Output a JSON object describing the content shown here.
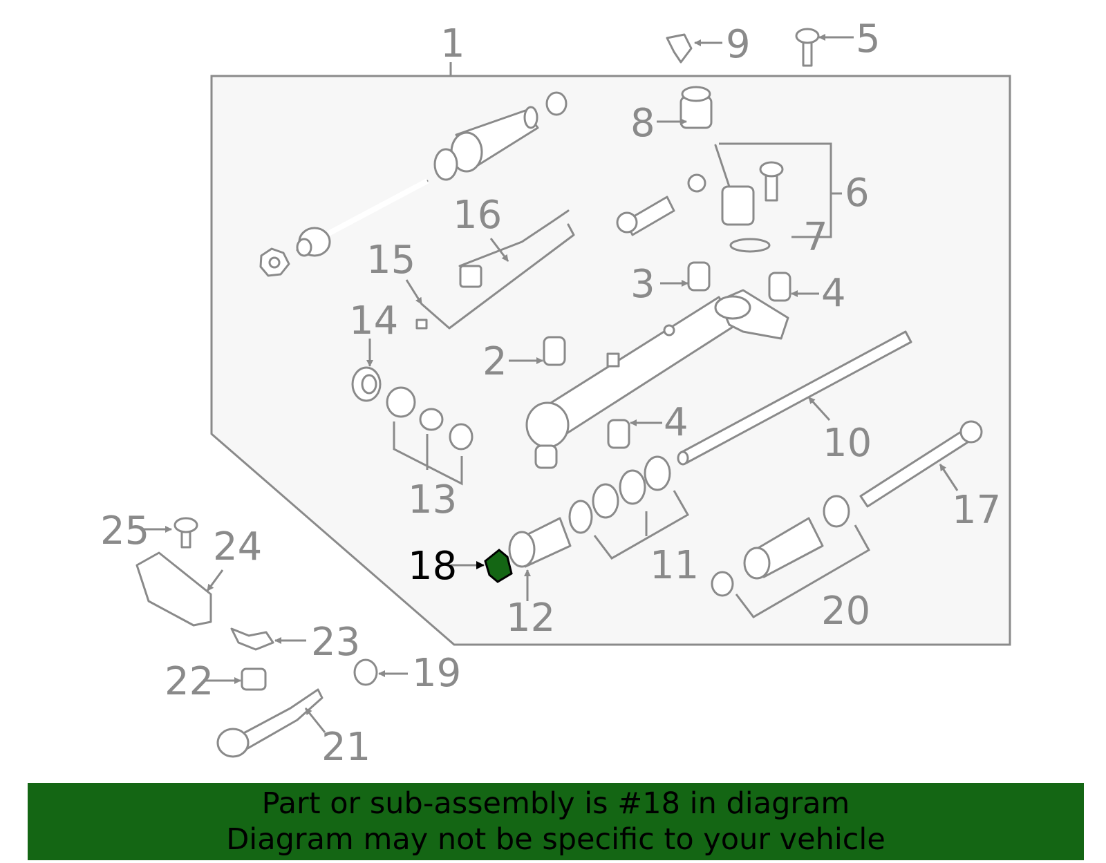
{
  "highlight_color": "#146614",
  "callouts": {
    "c1": "1",
    "c2": "2",
    "c3": "3",
    "c4a": "4",
    "c4b": "4",
    "c5": "5",
    "c6": "6",
    "c7": "7",
    "c8": "8",
    "c9": "9",
    "c10": "10",
    "c11": "11",
    "c12": "12",
    "c13": "13",
    "c14": "14",
    "c15": "15",
    "c16": "16",
    "c17": "17",
    "c18": "18",
    "c19": "19",
    "c20": "20",
    "c21": "21",
    "c22": "22",
    "c23": "23",
    "c24": "24",
    "c25": "25"
  },
  "banner": {
    "line1": "Part or sub-assembly is #18 in diagram",
    "line2": "Diagram may not be specific to your vehicle"
  }
}
